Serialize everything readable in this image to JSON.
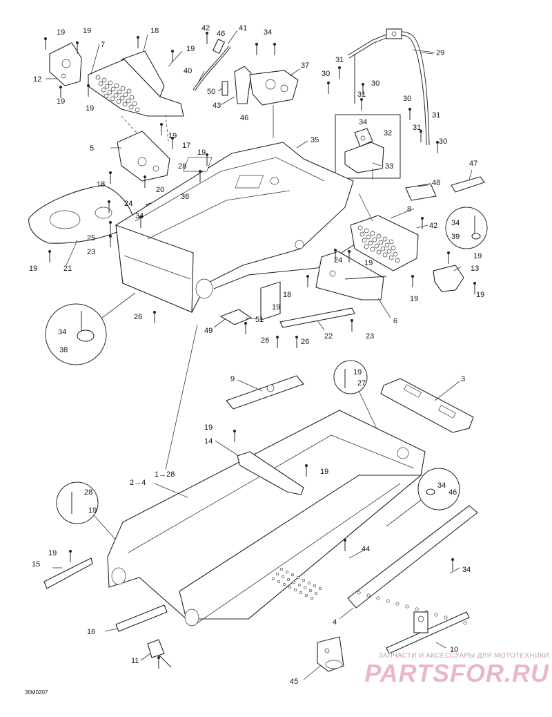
{
  "diagram": {
    "drawing_code": "30M0207",
    "labels": [
      {
        "id": "l1",
        "text": "19"
      },
      {
        "id": "l2",
        "text": "19"
      },
      {
        "id": "l3",
        "text": "7"
      },
      {
        "id": "l4",
        "text": "18"
      },
      {
        "id": "l5",
        "text": "19"
      },
      {
        "id": "l6",
        "text": "12"
      },
      {
        "id": "l7",
        "text": "19"
      },
      {
        "id": "l8",
        "text": "19"
      },
      {
        "id": "l9",
        "text": "42"
      },
      {
        "id": "l10",
        "text": "46"
      },
      {
        "id": "l11",
        "text": "41"
      },
      {
        "id": "l12",
        "text": "40"
      },
      {
        "id": "l13",
        "text": "50"
      },
      {
        "id": "l14",
        "text": "43"
      },
      {
        "id": "l15",
        "text": "46"
      },
      {
        "id": "l16",
        "text": "34"
      },
      {
        "id": "l17",
        "text": "37"
      },
      {
        "id": "l18",
        "text": "29"
      },
      {
        "id": "l19",
        "text": "31"
      },
      {
        "id": "l20",
        "text": "30"
      },
      {
        "id": "l21",
        "text": "30"
      },
      {
        "id": "l22",
        "text": "31"
      },
      {
        "id": "l23",
        "text": "30"
      },
      {
        "id": "l24",
        "text": "31"
      },
      {
        "id": "l25",
        "text": "31"
      },
      {
        "id": "l26",
        "text": "30"
      },
      {
        "id": "l27",
        "text": "19"
      },
      {
        "id": "l28",
        "text": "5"
      },
      {
        "id": "l29",
        "text": "17"
      },
      {
        "id": "l30",
        "text": "19"
      },
      {
        "id": "l31",
        "text": "35"
      },
      {
        "id": "l32",
        "text": "34"
      },
      {
        "id": "l33",
        "text": "32"
      },
      {
        "id": "l34",
        "text": "33"
      },
      {
        "id": "l35",
        "text": "47"
      },
      {
        "id": "l36",
        "text": "28"
      },
      {
        "id": "l37",
        "text": "18"
      },
      {
        "id": "l38",
        "text": "20"
      },
      {
        "id": "l39",
        "text": "36"
      },
      {
        "id": "l40",
        "text": "24"
      },
      {
        "id": "l41",
        "text": "48"
      },
      {
        "id": "l42",
        "text": "8"
      },
      {
        "id": "l43",
        "text": "34"
      },
      {
        "id": "l44",
        "text": "42"
      },
      {
        "id": "l45",
        "text": "34"
      },
      {
        "id": "l46",
        "text": "39"
      },
      {
        "id": "l47",
        "text": "25"
      },
      {
        "id": "l48",
        "text": "23"
      },
      {
        "id": "l49",
        "text": "19"
      },
      {
        "id": "l50",
        "text": "21"
      },
      {
        "id": "l51",
        "text": "24"
      },
      {
        "id": "l52",
        "text": "19"
      },
      {
        "id": "l53",
        "text": "19"
      },
      {
        "id": "l54",
        "text": "13"
      },
      {
        "id": "l55",
        "text": "18"
      },
      {
        "id": "l56",
        "text": "19"
      },
      {
        "id": "l57",
        "text": "19"
      },
      {
        "id": "l58",
        "text": "26"
      },
      {
        "id": "l59",
        "text": "19"
      },
      {
        "id": "l60",
        "text": "6"
      },
      {
        "id": "l61",
        "text": "51"
      },
      {
        "id": "l62",
        "text": "34"
      },
      {
        "id": "l63",
        "text": "49"
      },
      {
        "id": "l64",
        "text": "22"
      },
      {
        "id": "l65",
        "text": "23"
      },
      {
        "id": "l66",
        "text": "38"
      },
      {
        "id": "l67",
        "text": "26"
      },
      {
        "id": "l68",
        "text": "26"
      },
      {
        "id": "l69",
        "text": "9"
      },
      {
        "id": "l70",
        "text": "19"
      },
      {
        "id": "l71",
        "text": "27"
      },
      {
        "id": "l72",
        "text": "3"
      },
      {
        "id": "l73",
        "text": "19"
      },
      {
        "id": "l74",
        "text": "14"
      },
      {
        "id": "l75",
        "text": "1→28"
      },
      {
        "id": "l76",
        "text": "19"
      },
      {
        "id": "l77",
        "text": "2→4"
      },
      {
        "id": "l78",
        "text": "28"
      },
      {
        "id": "l79",
        "text": "19"
      },
      {
        "id": "l80",
        "text": "34"
      },
      {
        "id": "l81",
        "text": "46"
      },
      {
        "id": "l82",
        "text": "19"
      },
      {
        "id": "l83",
        "text": "15"
      },
      {
        "id": "l84",
        "text": "44"
      },
      {
        "id": "l85",
        "text": "34"
      },
      {
        "id": "l86",
        "text": "4"
      },
      {
        "id": "l87",
        "text": "16"
      },
      {
        "id": "l88",
        "text": "10"
      },
      {
        "id": "l89",
        "text": "11"
      },
      {
        "id": "l90",
        "text": "45"
      }
    ]
  },
  "watermark": {
    "tagline": "ЗАПЧАСТИ И АКСЕССУАРЫ ДЛЯ МОТОТЕХНИКИ",
    "brand": "PARTSFOR.RU",
    "color": "#e9b8c2"
  }
}
